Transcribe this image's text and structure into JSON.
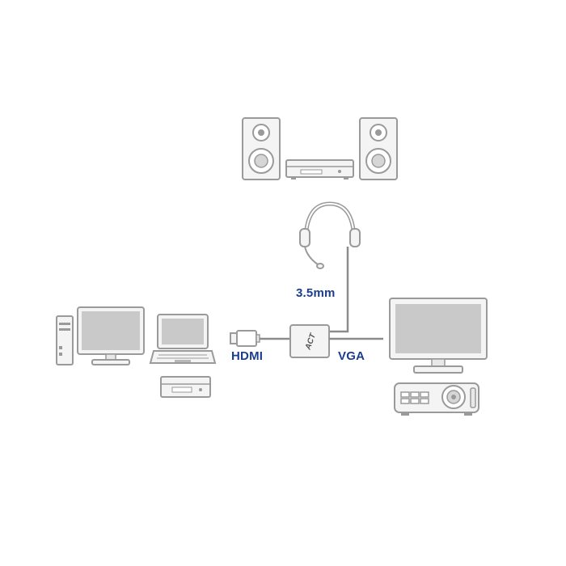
{
  "labels": {
    "audio": "3.5mm",
    "hdmi": "HDMI",
    "vga": "VGA",
    "adapter_logo": "ACT"
  },
  "colors": {
    "outline": "#9a9a9a",
    "device_fill": "#f4f4f4",
    "screen_fill": "#c9c9c9",
    "cable": "#8c8c8c",
    "label_text": "#1b3d8f"
  },
  "devices": [
    {
      "name": "speaker-left-icon"
    },
    {
      "name": "stereo-receiver-icon"
    },
    {
      "name": "speaker-right-icon"
    },
    {
      "name": "headset-icon"
    },
    {
      "name": "desktop-tower-icon"
    },
    {
      "name": "desktop-monitor-icon"
    },
    {
      "name": "laptop-icon"
    },
    {
      "name": "media-player-icon"
    },
    {
      "name": "hdmi-plug-icon"
    },
    {
      "name": "adapter-icon"
    },
    {
      "name": "vga-monitor-icon"
    },
    {
      "name": "projector-icon"
    }
  ]
}
